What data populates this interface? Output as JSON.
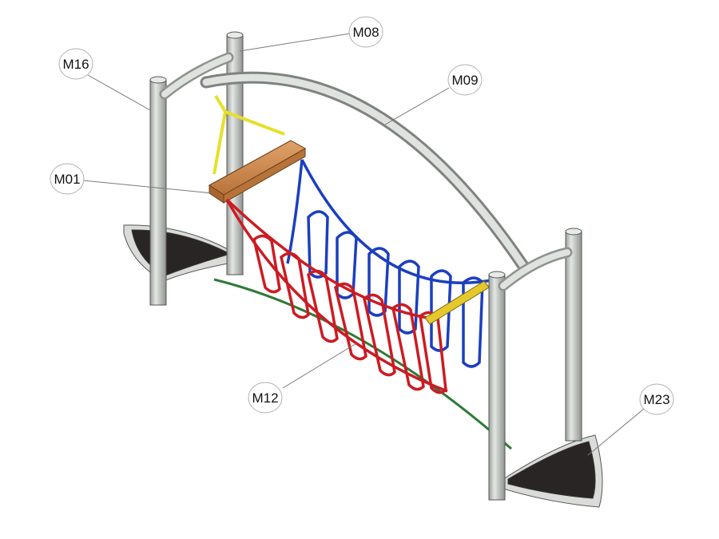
{
  "callouts": {
    "m08": "M08",
    "m16": "M16",
    "m09": "M09",
    "m01": "M01",
    "m12": "M12",
    "m23": "M23"
  },
  "colors": {
    "steel": "#cfd3d0",
    "steel_dark": "#8e938f",
    "rubber": "#2a2525",
    "rope_red": "#cc1b22",
    "rope_blue": "#1c3fbf",
    "rope_green": "#2e7a36",
    "rope_yellow": "#e5e02b",
    "wood": "#cf8a4e"
  }
}
